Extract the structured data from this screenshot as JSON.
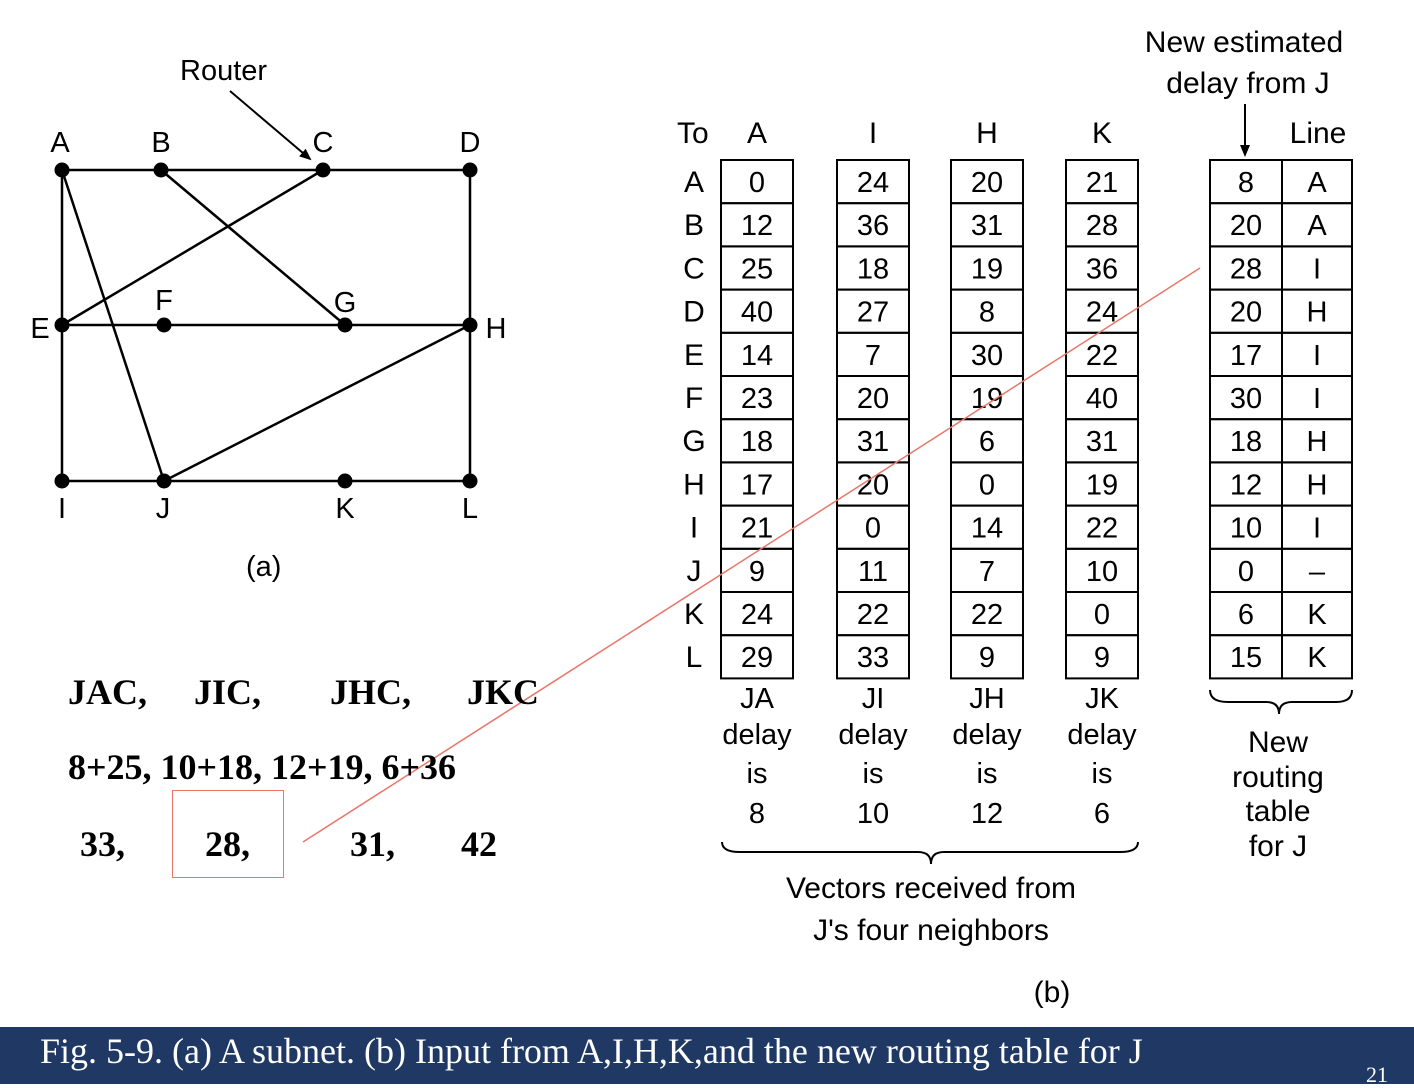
{
  "subnet": {
    "router_label": "Router",
    "caption": "(a)",
    "nodes": [
      "A",
      "B",
      "C",
      "D",
      "E",
      "F",
      "G",
      "H",
      "I",
      "J",
      "K",
      "L"
    ]
  },
  "vectors": {
    "header_to": "To",
    "row_labels": [
      "A",
      "B",
      "C",
      "D",
      "E",
      "F",
      "G",
      "H",
      "I",
      "J",
      "K",
      "L"
    ],
    "columns": [
      {
        "name": "A",
        "values": [
          0,
          12,
          25,
          40,
          14,
          23,
          18,
          17,
          21,
          9,
          24,
          29
        ],
        "footer": [
          "JA",
          "delay",
          "is",
          "8"
        ]
      },
      {
        "name": "I",
        "values": [
          24,
          36,
          18,
          27,
          7,
          20,
          31,
          20,
          0,
          11,
          22,
          33
        ],
        "footer": [
          "JI",
          "delay",
          "is",
          "10"
        ]
      },
      {
        "name": "H",
        "values": [
          20,
          31,
          19,
          8,
          30,
          19,
          6,
          0,
          14,
          7,
          22,
          9
        ],
        "footer": [
          "JH",
          "delay",
          "is",
          "12"
        ]
      },
      {
        "name": "K",
        "values": [
          21,
          28,
          36,
          24,
          22,
          40,
          31,
          19,
          22,
          10,
          0,
          9
        ],
        "footer": [
          "JK",
          "delay",
          "is",
          "6"
        ]
      }
    ],
    "brace_label": [
      "Vectors received from",
      "J's four neighbors"
    ],
    "caption": "(b)"
  },
  "routing_table": {
    "title": [
      "New estimated",
      "delay from J"
    ],
    "line_header": "Line",
    "delays": [
      8,
      20,
      28,
      20,
      17,
      30,
      18,
      12,
      10,
      0,
      6,
      15
    ],
    "lines": [
      "A",
      "A",
      "I",
      "H",
      "I",
      "I",
      "H",
      "H",
      "I",
      "–",
      "K",
      "K"
    ],
    "brace_label": [
      "New",
      "routing",
      "table",
      "for J"
    ]
  },
  "calculation": {
    "paths": [
      "JAC,",
      "JIC,",
      "JHC,",
      "JKC"
    ],
    "sums": "8+25, 10+18, 12+19, 6+36",
    "results": [
      "33,",
      "28,",
      "31,",
      "42"
    ]
  },
  "colors": {
    "footer_bg": "#1f3864",
    "highlight": "#e8776a"
  },
  "footer": {
    "caption": "Fig. 5-9. (a) A subnet.  (b) Input  from A,I,H,K,and the new routing table for  J",
    "page_number": "21"
  }
}
